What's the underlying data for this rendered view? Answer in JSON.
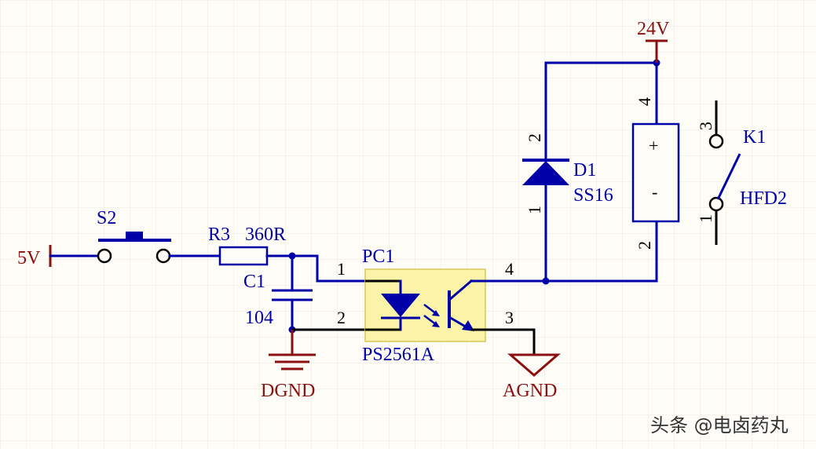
{
  "colors": {
    "background": "#fdfcf7",
    "grid": "#ece9dd",
    "wire": "#0000a8",
    "power_label": "#8b1010",
    "optocoupler_fill": "#fbf4a8"
  },
  "labels": {
    "power_5v": "5V",
    "power_24v": "24V",
    "dgnd": "DGND",
    "agnd": "AGND",
    "s2": "S2",
    "r3": "R3",
    "r3_value": "360R",
    "c1": "C1",
    "c1_value": "104",
    "pc1": "PC1",
    "pc1_part": "PS2561A",
    "d1": "D1",
    "d1_part": "SS16",
    "k1": "K1",
    "k1_part": "HFD2",
    "coil_plus": "+",
    "coil_minus": "-"
  },
  "pins": {
    "pc1_1": "1",
    "pc1_2": "2",
    "pc1_3": "3",
    "pc1_4": "4",
    "d1_top": "2",
    "d1_bottom": "1",
    "k1_coil_top": "4",
    "k1_coil_bottom": "2",
    "k1_contact_top": "3",
    "k1_contact_bottom": "1"
  },
  "watermark": "头条 @电卤药丸"
}
